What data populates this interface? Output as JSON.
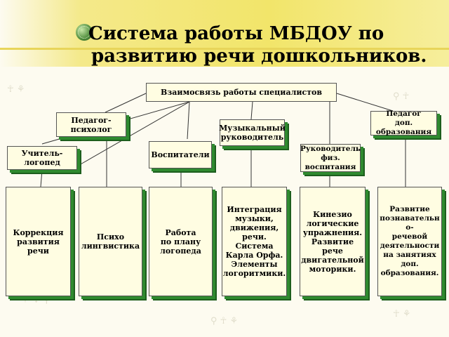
{
  "title": {
    "line1": "Система работы МБДОУ по",
    "line2": "развитию речи дошкольников."
  },
  "top_box": "Взаимосвязь работы специалистов",
  "roles": {
    "psychologist": "Педагог-\nпсихолог",
    "speech_therapist": "Учитель-\nлогопед",
    "educators": "Воспитатели",
    "music_director": "Музыкальный\nруководитель",
    "pe_director": "Руководитель\nфиз.\nвоспитания",
    "extra_teacher": "Педагог\nдоп.\nобразования"
  },
  "activities": {
    "correction": "Коррекция\nразвития\nречи",
    "psycholinguistics": "Психо\nлингвистика",
    "work_plan": "Работа\nпо плану\nлогопеда",
    "music_integration": "Интеграция\nмузыки,\nдвижения,\nречи.\nСистема\nКарла Орфа.\nЭлементы\nлогоритмики.",
    "kinesio": "Кинезио\nлогические\nупражнения.\nРазвитие\nрече\nдвигательной\nмоторики.",
    "cognitive": "Развитие\nпознавательн\nо-\nречевой\nдеятельности\nна занятиях\nдоп.\nобразования."
  },
  "colors": {
    "box_fill": "#fffde2",
    "shadow": "#2f8a2f",
    "title_band": "#f2e56a",
    "lines": "#333333"
  }
}
